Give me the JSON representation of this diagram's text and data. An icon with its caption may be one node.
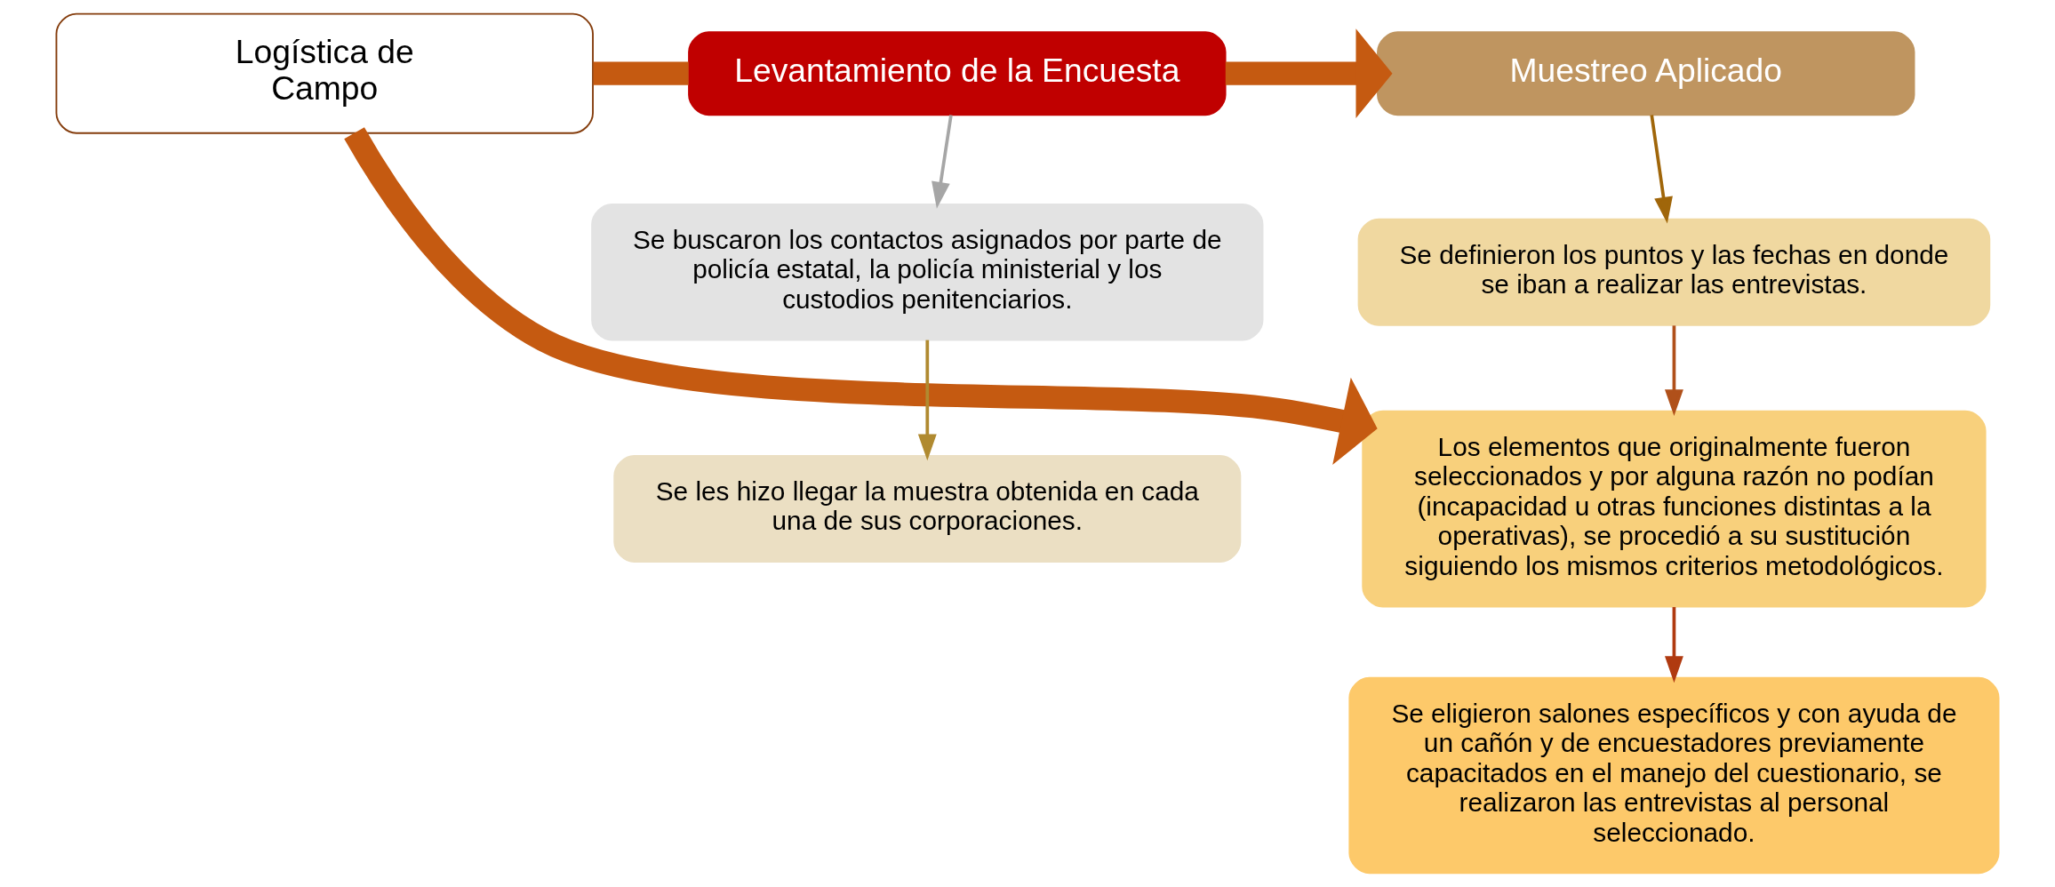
{
  "diagram": {
    "nodes": [
      {
        "text": [
          "Logística de Campo"
        ]
      },
      {
        "text": [
          "Levantamiento de la Encuesta"
        ]
      },
      {
        "text": [
          "Muestreo Aplicado"
        ]
      },
      {
        "text": [
          "Se buscaron los contactos asignados por parte de policía estatal, la policía ministerial y los custodios penitenciarios."
        ]
      },
      {
        "text": [
          "Se les hizo llegar la muestra obtenida en cada una de sus corporaciones."
        ]
      },
      {
        "text": [
          "Se definieron los puntos y las fechas en donde se iban a realizar las entrevistas."
        ]
      },
      {
        "text": [
          "Los elementos que originalmente fueron seleccionados y por alguna razón no podían (incapacidad u otras funciones distintas a la operativas), se procedió a su sustitución siguiendo los mismos criterios metodológicos."
        ]
      },
      {
        "text": [
          "Se eligieron salones específicos y con ayuda de un cañón y de encuestadores previamente capacitados en el manejo del cuestionario, se realizaron las entrevistas al personal seleccionado."
        ]
      }
    ],
    "edges": [
      {
        "from": 0,
        "to": 1,
        "arrow": "none",
        "style": "thick",
        "color": "#c55a11"
      },
      {
        "from": 1,
        "to": 2,
        "arrow": "to",
        "style": "thick",
        "color": "#c55a11"
      },
      {
        "from": 1,
        "to": 3,
        "arrow": "to",
        "color": "#a6a6a6"
      },
      {
        "from": 3,
        "to": 4,
        "arrow": "to",
        "color": "#b08a30"
      },
      {
        "from": 2,
        "to": 5,
        "arrow": "to",
        "color": "#a0660a"
      },
      {
        "from": 5,
        "to": 6,
        "arrow": "to",
        "color": "#b0501a"
      },
      {
        "from": 6,
        "to": 7,
        "arrow": "to",
        "color": "#b03a10"
      },
      {
        "from": 0,
        "to": 6,
        "arrow": "to",
        "style": "thick",
        "color": "#c55a11"
      }
    ]
  }
}
